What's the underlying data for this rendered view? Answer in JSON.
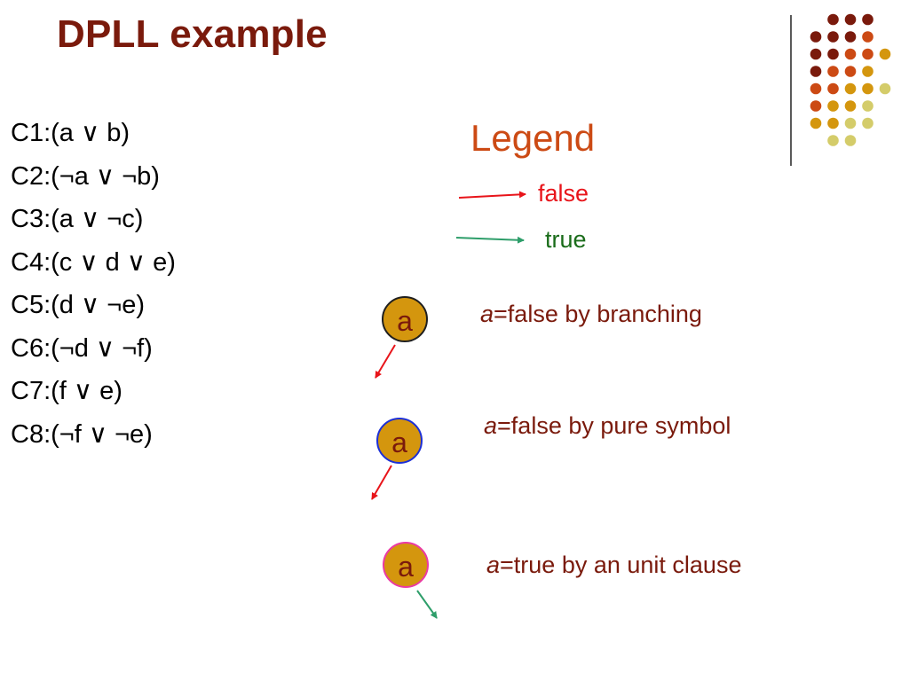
{
  "slide": {
    "title": "DPLL example"
  },
  "clauses": [
    "C1:(a ∨ b)",
    "C2:(¬a ∨ ¬b)",
    "C3:(a ∨ ¬c)",
    "C4:(c ∨ d ∨ e)",
    "C5:(d ∨ ¬e)",
    "C6:(¬d ∨ ¬f)",
    "C7:(f ∨ e)",
    "C8:(¬f ∨ ¬e)"
  ],
  "legend": {
    "title": "Legend",
    "false_label": "false",
    "true_label": "true",
    "false_color": "#e8141a",
    "true_color": "#1a6c1a"
  },
  "examples": {
    "branching": {
      "node_label": "a",
      "var": "a",
      "text": "=false by branching",
      "border_color": "#1f1f1f"
    },
    "pure": {
      "node_label": "a",
      "var": "a",
      "text": "=false by pure symbol",
      "border_color": "#1c2fd6"
    },
    "unit": {
      "node_label": "a",
      "var": "a",
      "text": "=true by an unit clause",
      "border_color": "#ea3aa4"
    }
  },
  "colors": {
    "title": "#7a1a0c",
    "legend_title": "#cc4a14",
    "node_fill": "#d4960e",
    "dot_palette": [
      "#7a1a0c",
      "#cc4a14",
      "#d4960e",
      "#d4cc6a"
    ]
  }
}
